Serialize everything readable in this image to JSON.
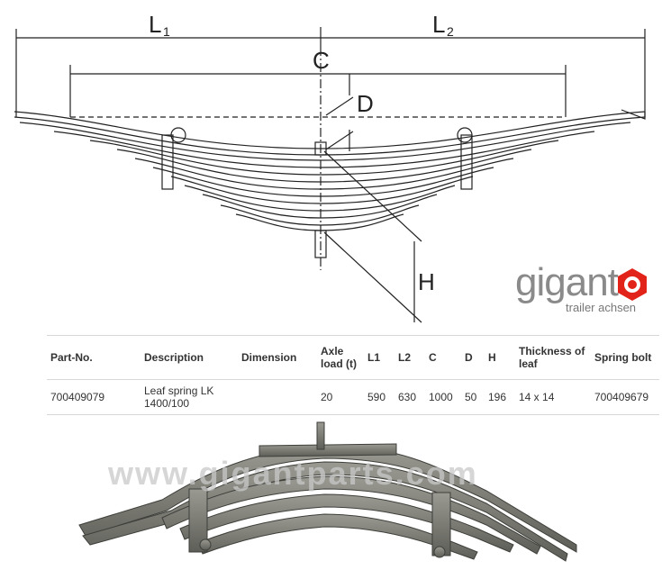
{
  "diagram": {
    "labels": {
      "l1": "L",
      "l1_sub": "1",
      "l2": "L",
      "l2_sub": "2",
      "c": "C",
      "d": "D",
      "h": "H"
    }
  },
  "logo": {
    "word": "gigant",
    "sub": "trailer achsen"
  },
  "table": {
    "headers": [
      "Part-No.",
      "Description",
      "Dimension",
      "Axle load (t)",
      "L1",
      "L2",
      "C",
      "D",
      "H",
      "Thickness of leaf",
      "Spring bolt"
    ],
    "rows": [
      [
        "700409079",
        "Leaf spring LK 1400/100",
        "",
        "20",
        "590",
        "630",
        "1000",
        "50",
        "196",
        "14 x 14",
        "700409679"
      ]
    ]
  },
  "photo": {
    "watermark": "www.gigantparts.com"
  }
}
